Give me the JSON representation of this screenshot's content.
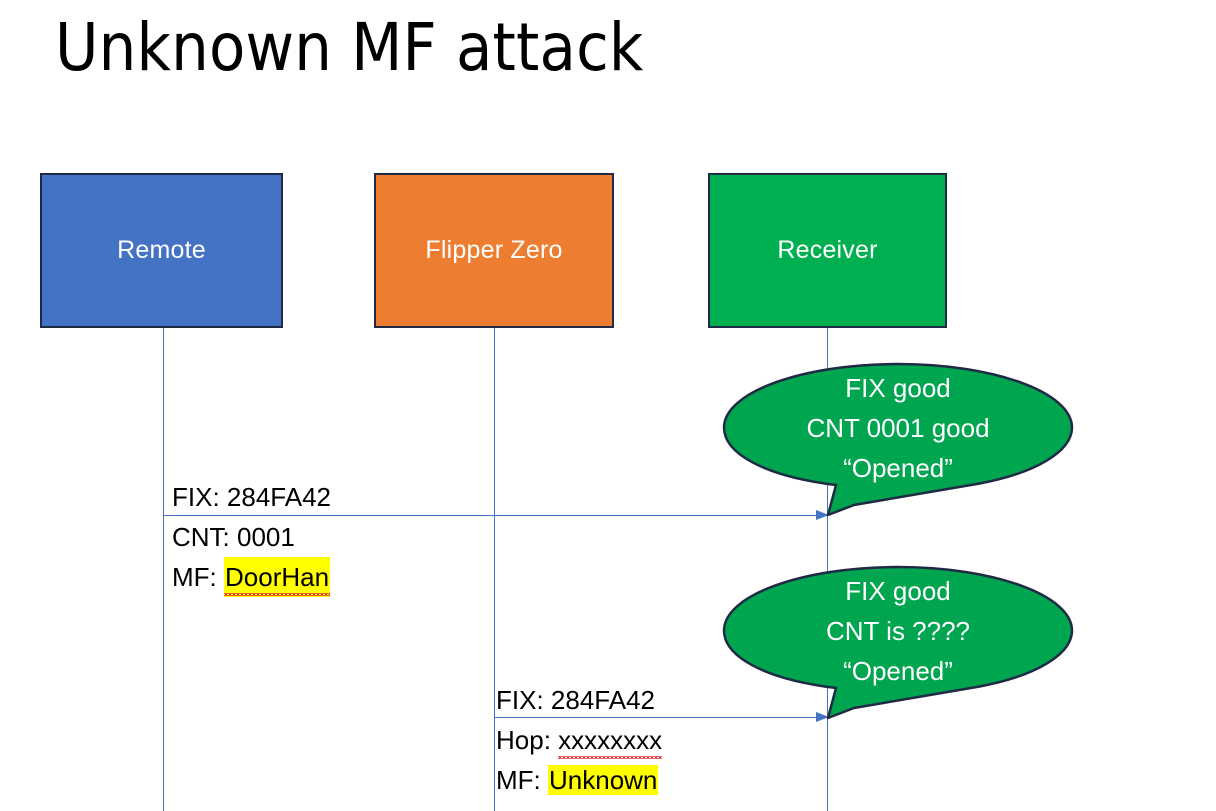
{
  "slide": {
    "title": "Unknown MF attack",
    "background": "#ffffff"
  },
  "colors": {
    "remote": "#4472C4",
    "flipper": "#ED7D31",
    "receiver": "#00B050",
    "box_border": "#1F2A44",
    "lifeline": "#4472C4",
    "arrow": "#4472C4",
    "highlight": "#FFFF00",
    "spellcheck_underline": "#E03030",
    "callout_fill": "#00A550",
    "callout_stroke": "#1F2A44"
  },
  "actors": [
    {
      "id": "remote",
      "label": "Remote"
    },
    {
      "id": "flipper",
      "label": "Flipper Zero"
    },
    {
      "id": "receiver",
      "label": "Receiver"
    }
  ],
  "messages": [
    {
      "id": "msg1",
      "from": "remote",
      "to": "receiver",
      "lines": [
        {
          "label": "FIX:",
          "value": "284FA42",
          "highlight": false,
          "misspelled": false
        },
        {
          "label": "CNT:",
          "value": "0001",
          "highlight": false,
          "misspelled": false
        },
        {
          "label": "MF:",
          "value": "DoorHan",
          "highlight": true,
          "misspelled": true
        }
      ]
    },
    {
      "id": "msg2",
      "from": "flipper",
      "to": "receiver",
      "lines": [
        {
          "label": "FIX:",
          "value": "284FA42",
          "highlight": false,
          "misspelled": false
        },
        {
          "label": "Hop:",
          "value": "xxxxxxxx",
          "highlight": false,
          "misspelled": true
        },
        {
          "label": "MF:",
          "value": "Unknown",
          "highlight": true,
          "misspelled": false
        }
      ]
    }
  ],
  "callouts": [
    {
      "id": "callout-1",
      "owner": "receiver",
      "lines": [
        "FIX good",
        "CNT 0001 good",
        "“Opened”"
      ]
    },
    {
      "id": "callout-2",
      "owner": "receiver",
      "lines": [
        "FIX good",
        "CNT is ????",
        "“Opened”"
      ]
    }
  ]
}
